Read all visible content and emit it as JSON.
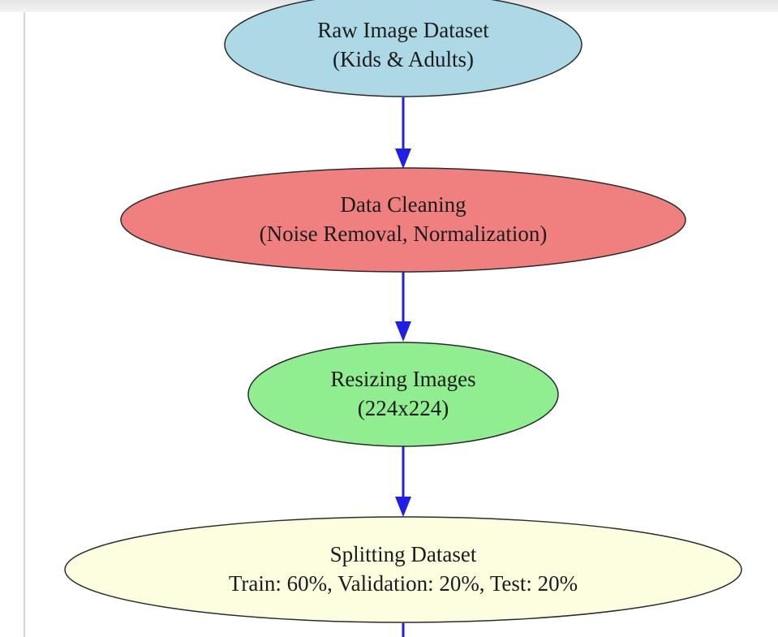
{
  "diagram": {
    "nodes": [
      {
        "line1": "Raw Image Dataset",
        "line2": "(Kids & Adults)",
        "fill": "#add8e6"
      },
      {
        "line1": "Data Cleaning",
        "line2": "(Noise Removal, Normalization)",
        "fill": "#f08080"
      },
      {
        "line1": "Resizing Images",
        "line2": "(224x224)",
        "fill": "#90ee90"
      },
      {
        "line1": "Splitting Dataset",
        "line2": "Train: 60%, Validation: 20%, Test: 20%",
        "fill": "#fdfde0"
      }
    ],
    "edge_color": "#1f1fe6",
    "stroke_color": "#2b2b2b"
  }
}
